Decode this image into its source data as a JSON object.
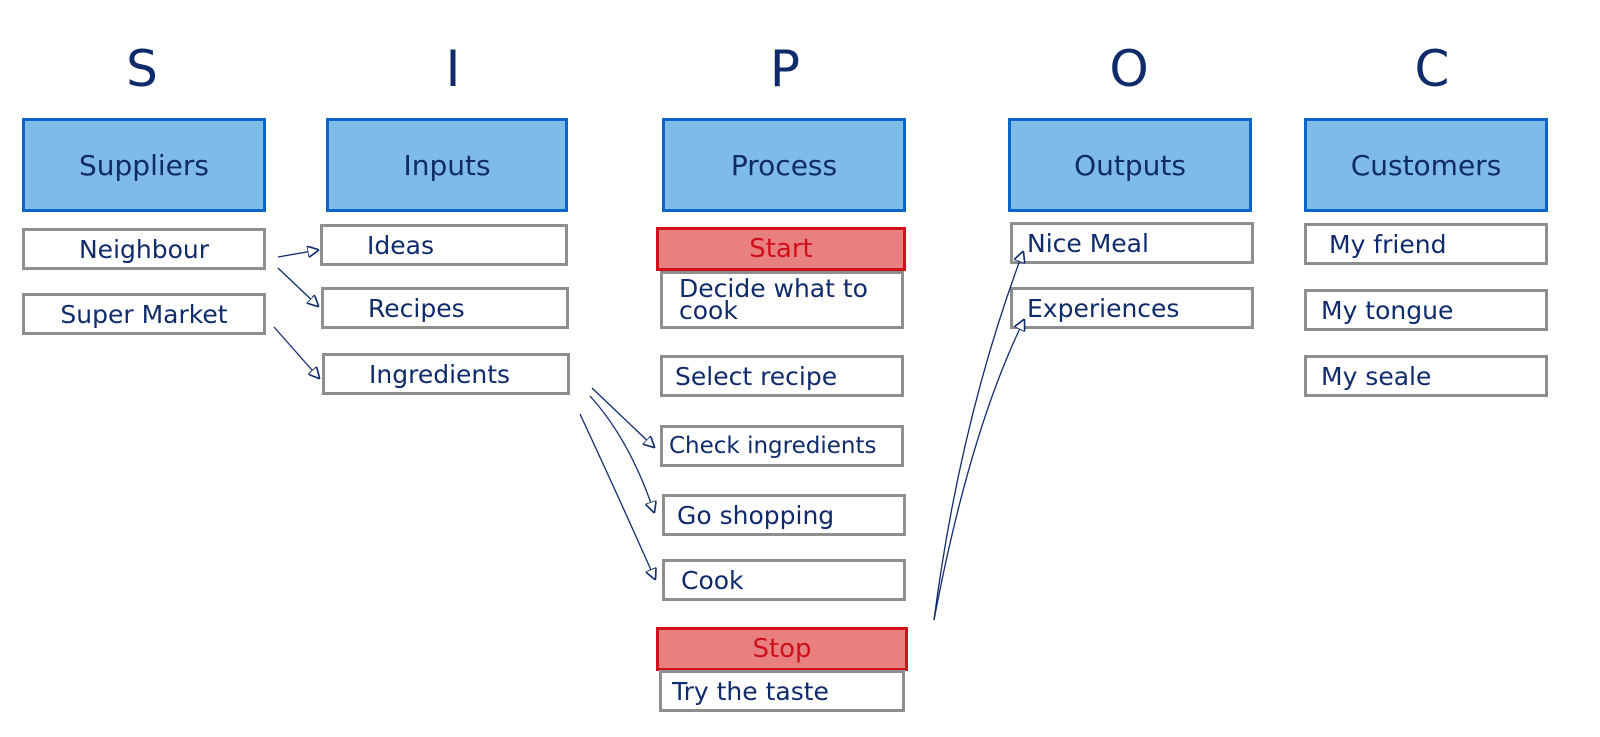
{
  "letters": [
    "S",
    "I",
    "P",
    "O",
    "C"
  ],
  "headers": [
    "Suppliers",
    "Inputs",
    "Process",
    "Outputs",
    "Customers"
  ],
  "suppliers": [
    "Neighbour",
    "Super Market"
  ],
  "inputs": [
    "Ideas",
    "Recipes",
    "Ingredients"
  ],
  "process": {
    "start_label": "Start",
    "steps": [
      "Decide what to cook",
      "Select recipe",
      "Check ingredients",
      "Go shopping",
      "Cook"
    ],
    "stop_label": "Stop",
    "final_step": "Try the taste"
  },
  "outputs": [
    "Nice Meal",
    "Experiences"
  ],
  "customers": [
    "My friend",
    "My tongue",
    "My seale"
  ],
  "connections": [
    {
      "from": "Neighbour",
      "to": "Ideas"
    },
    {
      "from": "Neighbour",
      "to": "Recipes"
    },
    {
      "from": "Super Market",
      "to": "Ingredients"
    },
    {
      "from": "Ingredients",
      "to": "Check ingredients"
    },
    {
      "from": "Ingredients",
      "to": "Go shopping"
    },
    {
      "from": "Ingredients",
      "to": "Cook"
    },
    {
      "from": "Try the taste",
      "to": "Nice Meal"
    },
    {
      "from": "Try the taste",
      "to": "Experiences"
    }
  ],
  "colors": {
    "header_fill": "#7fbbe8",
    "header_border": "#0a67c8",
    "text": "#0f2b6b",
    "marker_fill": "#e98080",
    "marker_text": "#d0101a",
    "box_border": "#8e8e8e"
  }
}
